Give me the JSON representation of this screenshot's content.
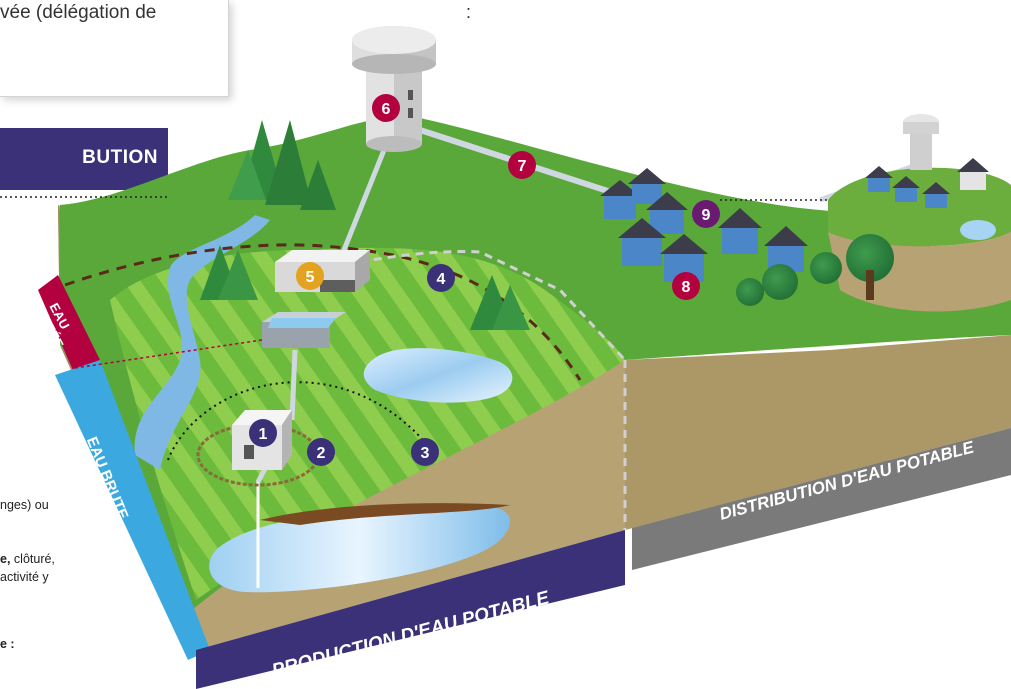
{
  "header": {
    "card_text": "vée (délégation de",
    "colon": ":",
    "distribution_fragment": "BUTION"
  },
  "labels": {
    "eau_traitee_line1": "EAU",
    "eau_traitee_line2": "TRAITÉE",
    "eau_brute": "EAU BRUTE",
    "production": "PRODUCTION D'EAU POTABLE",
    "distribution": "DISTRIBUTION D'EAU POTABLE"
  },
  "markers": [
    "1",
    "2",
    "3",
    "4",
    "5",
    "6",
    "7",
    "8",
    "9"
  ],
  "left_text": {
    "line1": "nges) ou",
    "line2_bold": "e,",
    "line2_rest": " clôturé,",
    "line3": "activité y",
    "line4": "e :"
  },
  "colors": {
    "navy": "#3a3179",
    "crimson": "#b3003f",
    "sky": "#3ba8e0",
    "gold": "#e3a21f",
    "grass": "#5aa83a",
    "soil": "#b6a273",
    "grey": "#7a7a7a",
    "purple": "#6b1a72"
  }
}
